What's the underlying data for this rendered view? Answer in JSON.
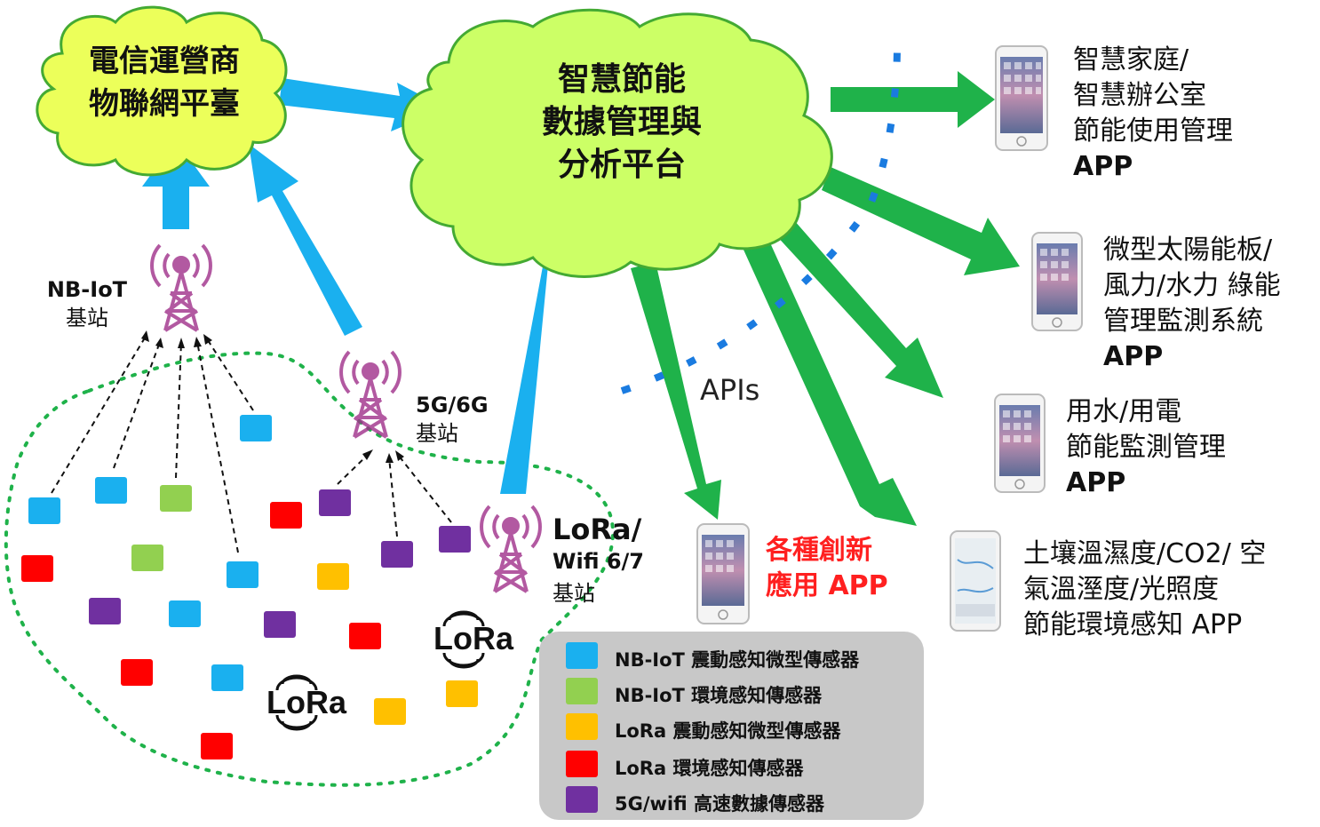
{
  "clouds": {
    "telecom": {
      "line1": "電信運營商",
      "line2": "物聯網平臺"
    },
    "platform": {
      "line1": "智慧節能",
      "line2": "數據管理與",
      "line3": "分析平台"
    }
  },
  "stations": {
    "nbiot": {
      "line1": "NB-IoT",
      "line2": "基站"
    },
    "g56": {
      "line1": "5G/6G",
      "line2": "基站"
    },
    "lora": {
      "line1": "LoRa/",
      "line2": "Wifi 6/7",
      "line3": "基站"
    }
  },
  "apis_label": "APIs",
  "apps": [
    {
      "lines": [
        "智慧家庭/",
        "智慧辦公室",
        "節能使用管理"
      ],
      "suffix": "APP"
    },
    {
      "lines": [
        "微型太陽能板/",
        "風力/水力 綠能",
        "管理監測系統"
      ],
      "suffix": "APP"
    },
    {
      "lines": [
        "用水/用電",
        "節能監測管理"
      ],
      "suffix": "APP"
    },
    {
      "lines": [
        "土壤溫濕度/CO2/ 空",
        "氣溫溼度/光照度",
        "節能環境感知 APP"
      ],
      "suffix": ""
    }
  ],
  "innovative_app": {
    "line1": "各種創新",
    "line2": "應用 APP",
    "color": "#ff2020"
  },
  "lora_logo_text": "LoRa",
  "legend": [
    {
      "label": "NB-IoT 震動感知微型傳感器",
      "color": "#1ab0ef"
    },
    {
      "label": "NB-IoT 環境感知傳感器",
      "color": "#92d050"
    },
    {
      "label": "LoRa 震動感知微型傳感器",
      "color": "#ffc000"
    },
    {
      "label": "LoRa 環境感知傳感器",
      "color": "#ff0000"
    },
    {
      "label": "5G/wifi 高速數據傳感器",
      "color": "#7030a0"
    }
  ],
  "colors": {
    "blue_arrow": "#1ab0ef",
    "green_arrow": "#1fb24a",
    "cloud_fill": "#ecff5a",
    "platform_fill": "#ccff66",
    "tower": "#a0308a"
  }
}
